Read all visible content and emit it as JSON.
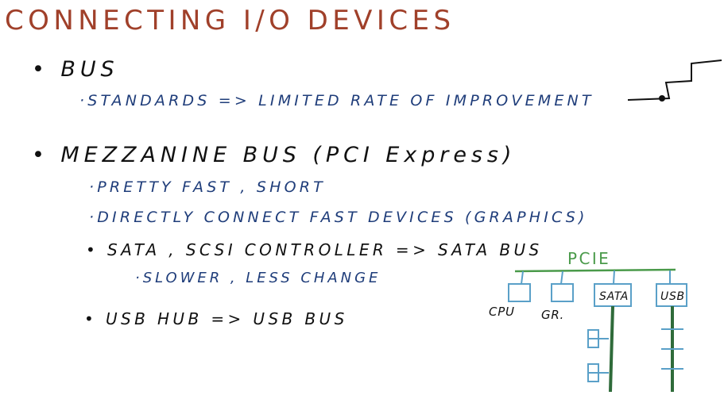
{
  "title": "CONNECTING I/O DEVICES",
  "bullets": [
    {
      "text": "BUS",
      "sub": [
        {
          "text": "STANDARDS => LIMITED RATE OF IMPROVEMENT"
        }
      ]
    },
    {
      "text": "MEZZANINE BUS (PCI Express)",
      "sub": [
        {
          "text": "PRETTY FAST , SHORT"
        },
        {
          "text": "DIRECTLY CONNECT FAST DEVICES (GRAPHICS)"
        },
        {
          "text": "SATA , SCSI CONTROLLER => SATA BUS",
          "sub": [
            {
              "text": "SLOWER , LESS CHANGE"
            }
          ]
        },
        {
          "text": "USB HUB => USB BUS"
        }
      ]
    }
  ],
  "diagram": {
    "bus_label": "PCIE",
    "devices": [
      "CPU",
      "GR.",
      "SATA",
      "USB"
    ]
  },
  "colors": {
    "title": "#a0402a",
    "main_text": "#111111",
    "sub_text": "#1f3d7a",
    "pcie_bus": "#4a9a4a",
    "device_box": "#5aa0c8"
  }
}
